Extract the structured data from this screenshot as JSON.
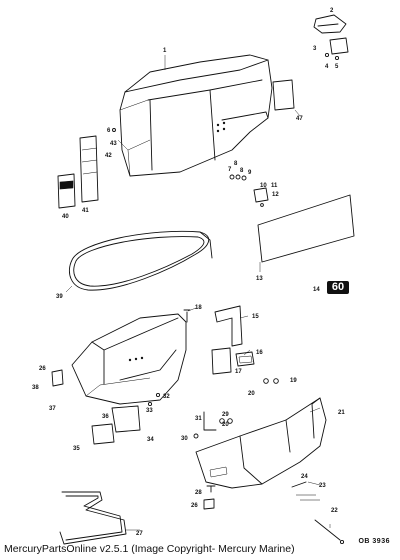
{
  "diagram": {
    "callouts": [
      {
        "id": "c2",
        "text": "2"
      },
      {
        "id": "c1",
        "text": "1"
      },
      {
        "id": "c3",
        "text": "3"
      },
      {
        "id": "c4",
        "text": "4"
      },
      {
        "id": "c5",
        "text": "5"
      },
      {
        "id": "c47",
        "text": "47"
      },
      {
        "id": "c6",
        "text": "6"
      },
      {
        "id": "c43",
        "text": "43"
      },
      {
        "id": "c42",
        "text": "42"
      },
      {
        "id": "c8a",
        "text": "8"
      },
      {
        "id": "c7",
        "text": "7"
      },
      {
        "id": "c8b",
        "text": "8"
      },
      {
        "id": "c9",
        "text": "9"
      },
      {
        "id": "c10",
        "text": "10"
      },
      {
        "id": "c11",
        "text": "11"
      },
      {
        "id": "c12",
        "text": "12"
      },
      {
        "id": "c40",
        "text": "40"
      },
      {
        "id": "c41",
        "text": "41"
      },
      {
        "id": "c13",
        "text": "13"
      },
      {
        "id": "c14",
        "text": "14"
      },
      {
        "id": "c39",
        "text": "39"
      },
      {
        "id": "c18",
        "text": "18"
      },
      {
        "id": "c15",
        "text": "15"
      },
      {
        "id": "c16",
        "text": "16"
      },
      {
        "id": "c17",
        "text": "17"
      },
      {
        "id": "c26a",
        "text": "26"
      },
      {
        "id": "c38",
        "text": "38"
      },
      {
        "id": "c19",
        "text": "19"
      },
      {
        "id": "c20a",
        "text": "20"
      },
      {
        "id": "c37a",
        "text": "37"
      },
      {
        "id": "c36",
        "text": "36"
      },
      {
        "id": "c33",
        "text": "33"
      },
      {
        "id": "c32",
        "text": "32"
      },
      {
        "id": "c21",
        "text": "21"
      },
      {
        "id": "c31",
        "text": "31"
      },
      {
        "id": "c29",
        "text": "29"
      },
      {
        "id": "c20b",
        "text": "20"
      },
      {
        "id": "c34",
        "text": "34"
      },
      {
        "id": "c30",
        "text": "30"
      },
      {
        "id": "c35",
        "text": "35"
      },
      {
        "id": "c24",
        "text": "24"
      },
      {
        "id": "c23",
        "text": "23"
      },
      {
        "id": "c28",
        "text": "28"
      },
      {
        "id": "c26b",
        "text": "26"
      },
      {
        "id": "c22",
        "text": "22"
      },
      {
        "id": "c27",
        "text": "27"
      }
    ],
    "badge_text": "60",
    "ref_code": "OB 3936",
    "footer": "MercuryPartsOnline v2.5.1 (Image Copyright- Mercury Marine)"
  }
}
